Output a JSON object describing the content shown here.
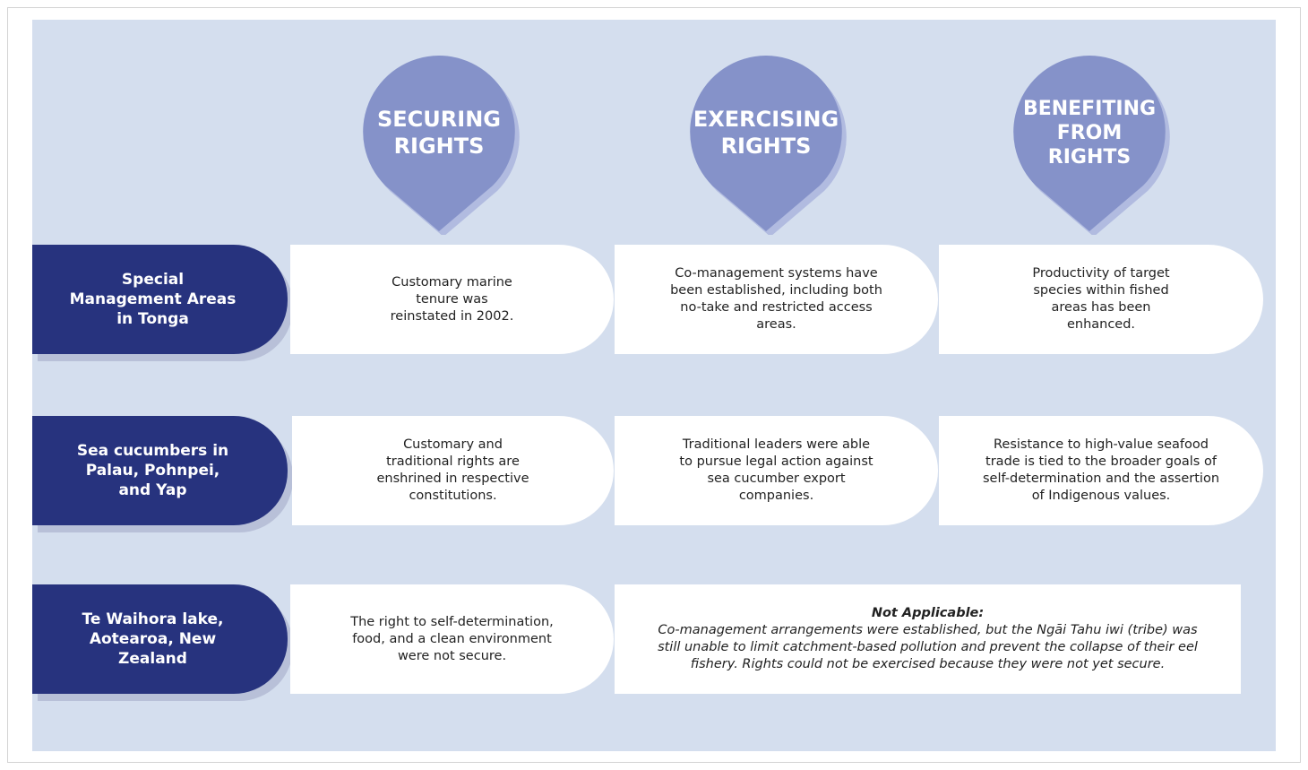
{
  "columns": [
    {
      "id": "securing",
      "label": "SECURING\nRIGHTS"
    },
    {
      "id": "exercising",
      "label": "EXERCISING\nRIGHTS"
    },
    {
      "id": "benefiting",
      "label": "BENEFITING\nFROM\nRIGHTS"
    }
  ],
  "rows": [
    {
      "label": "Special\nManagement Areas\nin Tonga",
      "cells": [
        "Customary marine\ntenure was\nreinstated in 2002.",
        "Co-management systems have\nbeen established, including both\nno-take and restricted access\nareas.",
        "Productivity of target\nspecies within fished\nareas has been\nenhanced."
      ]
    },
    {
      "label": "Sea cucumbers in\nPalau, Pohnpei,\nand Yap",
      "cells": [
        "Customary and\ntraditional rights are\nenshrined in respective\nconstitutions.",
        "Traditional leaders were able\nto pursue legal action against\nsea cucumber export\ncompanies.",
        "Resistance to high-value seafood\ntrade is tied to the broader goals of\nself-determination and the assertion\nof Indigenous values."
      ]
    },
    {
      "label": "Te Waihora lake,\nAotearoa, New\nZealand",
      "cells": [
        "The right to self-determination,\nfood, and a clean environment\nwere not secure."
      ],
      "not_applicable": {
        "title": "Not Applicable:",
        "body": "Co-management arrangements were established, but the Ngāi Tahu iwi (tribe) was\nstill unable to limit catchment-based pollution and prevent the collapse of their eel\nfishery. Rights could not be exercised because they were not yet secure."
      }
    }
  ],
  "colors": {
    "panel_background": "#d4deee",
    "row_label_fill": "#27337e",
    "pin_fill": "#8592c9",
    "pin_shadow": "#b1bbe0",
    "cell_fill": "#ffffff"
  }
}
